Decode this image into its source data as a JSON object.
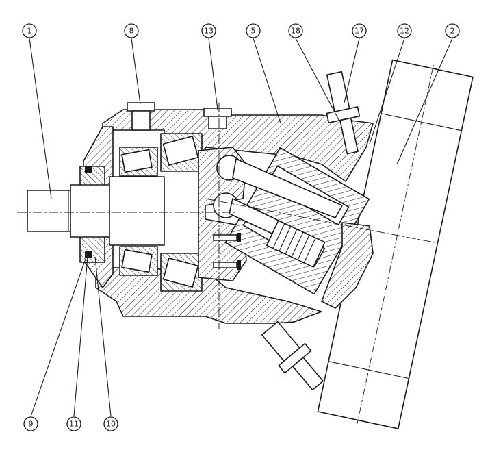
{
  "callouts": [
    {
      "id": "c1",
      "label": "1"
    },
    {
      "id": "c8",
      "label": "8"
    },
    {
      "id": "c13",
      "label": "13"
    },
    {
      "id": "c5",
      "label": "5"
    },
    {
      "id": "c18",
      "label": "18"
    },
    {
      "id": "c17",
      "label": "17"
    },
    {
      "id": "c12",
      "label": "12"
    },
    {
      "id": "c2",
      "label": "2"
    },
    {
      "id": "c9",
      "label": "9"
    },
    {
      "id": "c11",
      "label": "11"
    },
    {
      "id": "c10",
      "label": "10"
    }
  ]
}
